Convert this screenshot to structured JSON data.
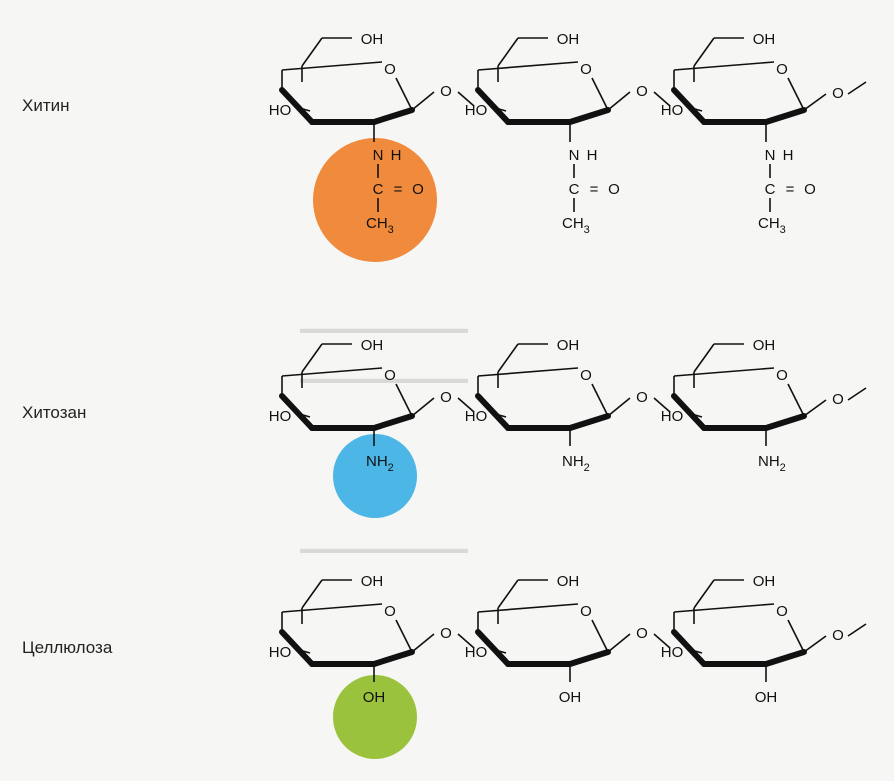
{
  "rows": [
    {
      "id": "chitin",
      "name": "Хитин",
      "group_type": "acetamido",
      "highlight_color": "#f08a3c",
      "units": [
        {
          "ch2oh": "OH",
          "ho": "HO",
          "n": "N",
          "h": "H",
          "c": "C",
          "eq": "=",
          "o": "O",
          "ch3": "CH",
          "ch3_sub": "3"
        },
        {
          "ch2oh": "OH",
          "ho": "HO",
          "n": "N",
          "h": "H",
          "c": "C",
          "eq": "=",
          "o": "O",
          "ch3": "CH",
          "ch3_sub": "3"
        },
        {
          "ch2oh": "OH",
          "ho": "HO",
          "n": "N",
          "h": "H",
          "c": "C",
          "eq": "=",
          "o": "O",
          "ch3": "CH",
          "ch3_sub": "3"
        }
      ],
      "ring_o": "O"
    },
    {
      "id": "chitosan",
      "name": "Хитозан",
      "group_type": "amino",
      "highlight_color": "#4cb6e6",
      "units": [
        {
          "ch2oh": "OH",
          "ho": "HO",
          "nh": "NH",
          "nh_sub": "2"
        },
        {
          "ch2oh": "OH",
          "ho": "HO",
          "nh": "NH",
          "nh_sub": "2"
        },
        {
          "ch2oh": "OH",
          "ho": "HO",
          "nh": "NH",
          "nh_sub": "2"
        }
      ],
      "ring_o": "O"
    },
    {
      "id": "cellulose",
      "name": "Целлюлоза",
      "group_type": "hydroxyl",
      "highlight_color": "#9bc23c",
      "units": [
        {
          "ch2oh": "OH",
          "ho": "HO",
          "oh": "OH"
        },
        {
          "ch2oh": "OH",
          "ho": "HO",
          "oh": "OH"
        },
        {
          "ch2oh": "OH",
          "ho": "HO",
          "oh": "OH"
        }
      ],
      "ring_o": "O"
    }
  ]
}
